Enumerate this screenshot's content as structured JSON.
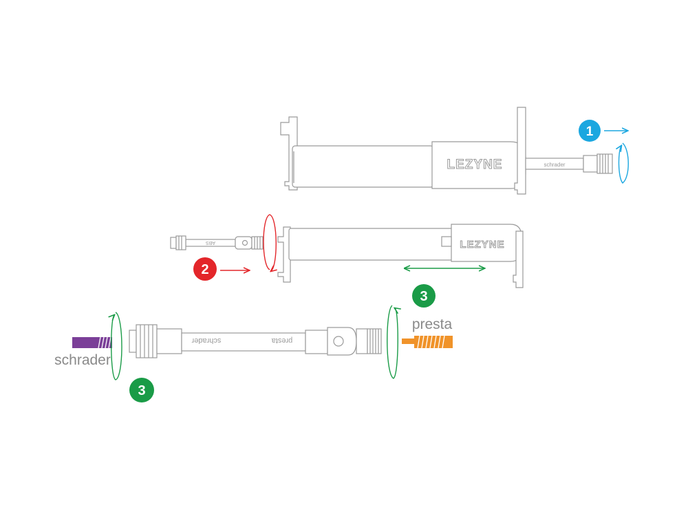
{
  "brand": "LEZYNE",
  "steps": {
    "step1": "1",
    "step2": "2",
    "step3_top": "3",
    "step3_bottom": "3"
  },
  "hose_labels": {
    "top_pump_hose": "schrader",
    "flipped_hose_presta": "presta",
    "flipped_hose_schrader": "schrader",
    "small_hose": "ABS"
  },
  "valve_labels": {
    "presta": "presta",
    "schrader": "schrader"
  },
  "colors": {
    "step1": "#1ba7e0",
    "step2": "#e3262a",
    "step3": "#1a9b47",
    "presta_valve": "#f0932a",
    "schrader_valve": "#7b3f98",
    "line": "#9a9a9a",
    "label_gray": "#8a8a8a"
  }
}
